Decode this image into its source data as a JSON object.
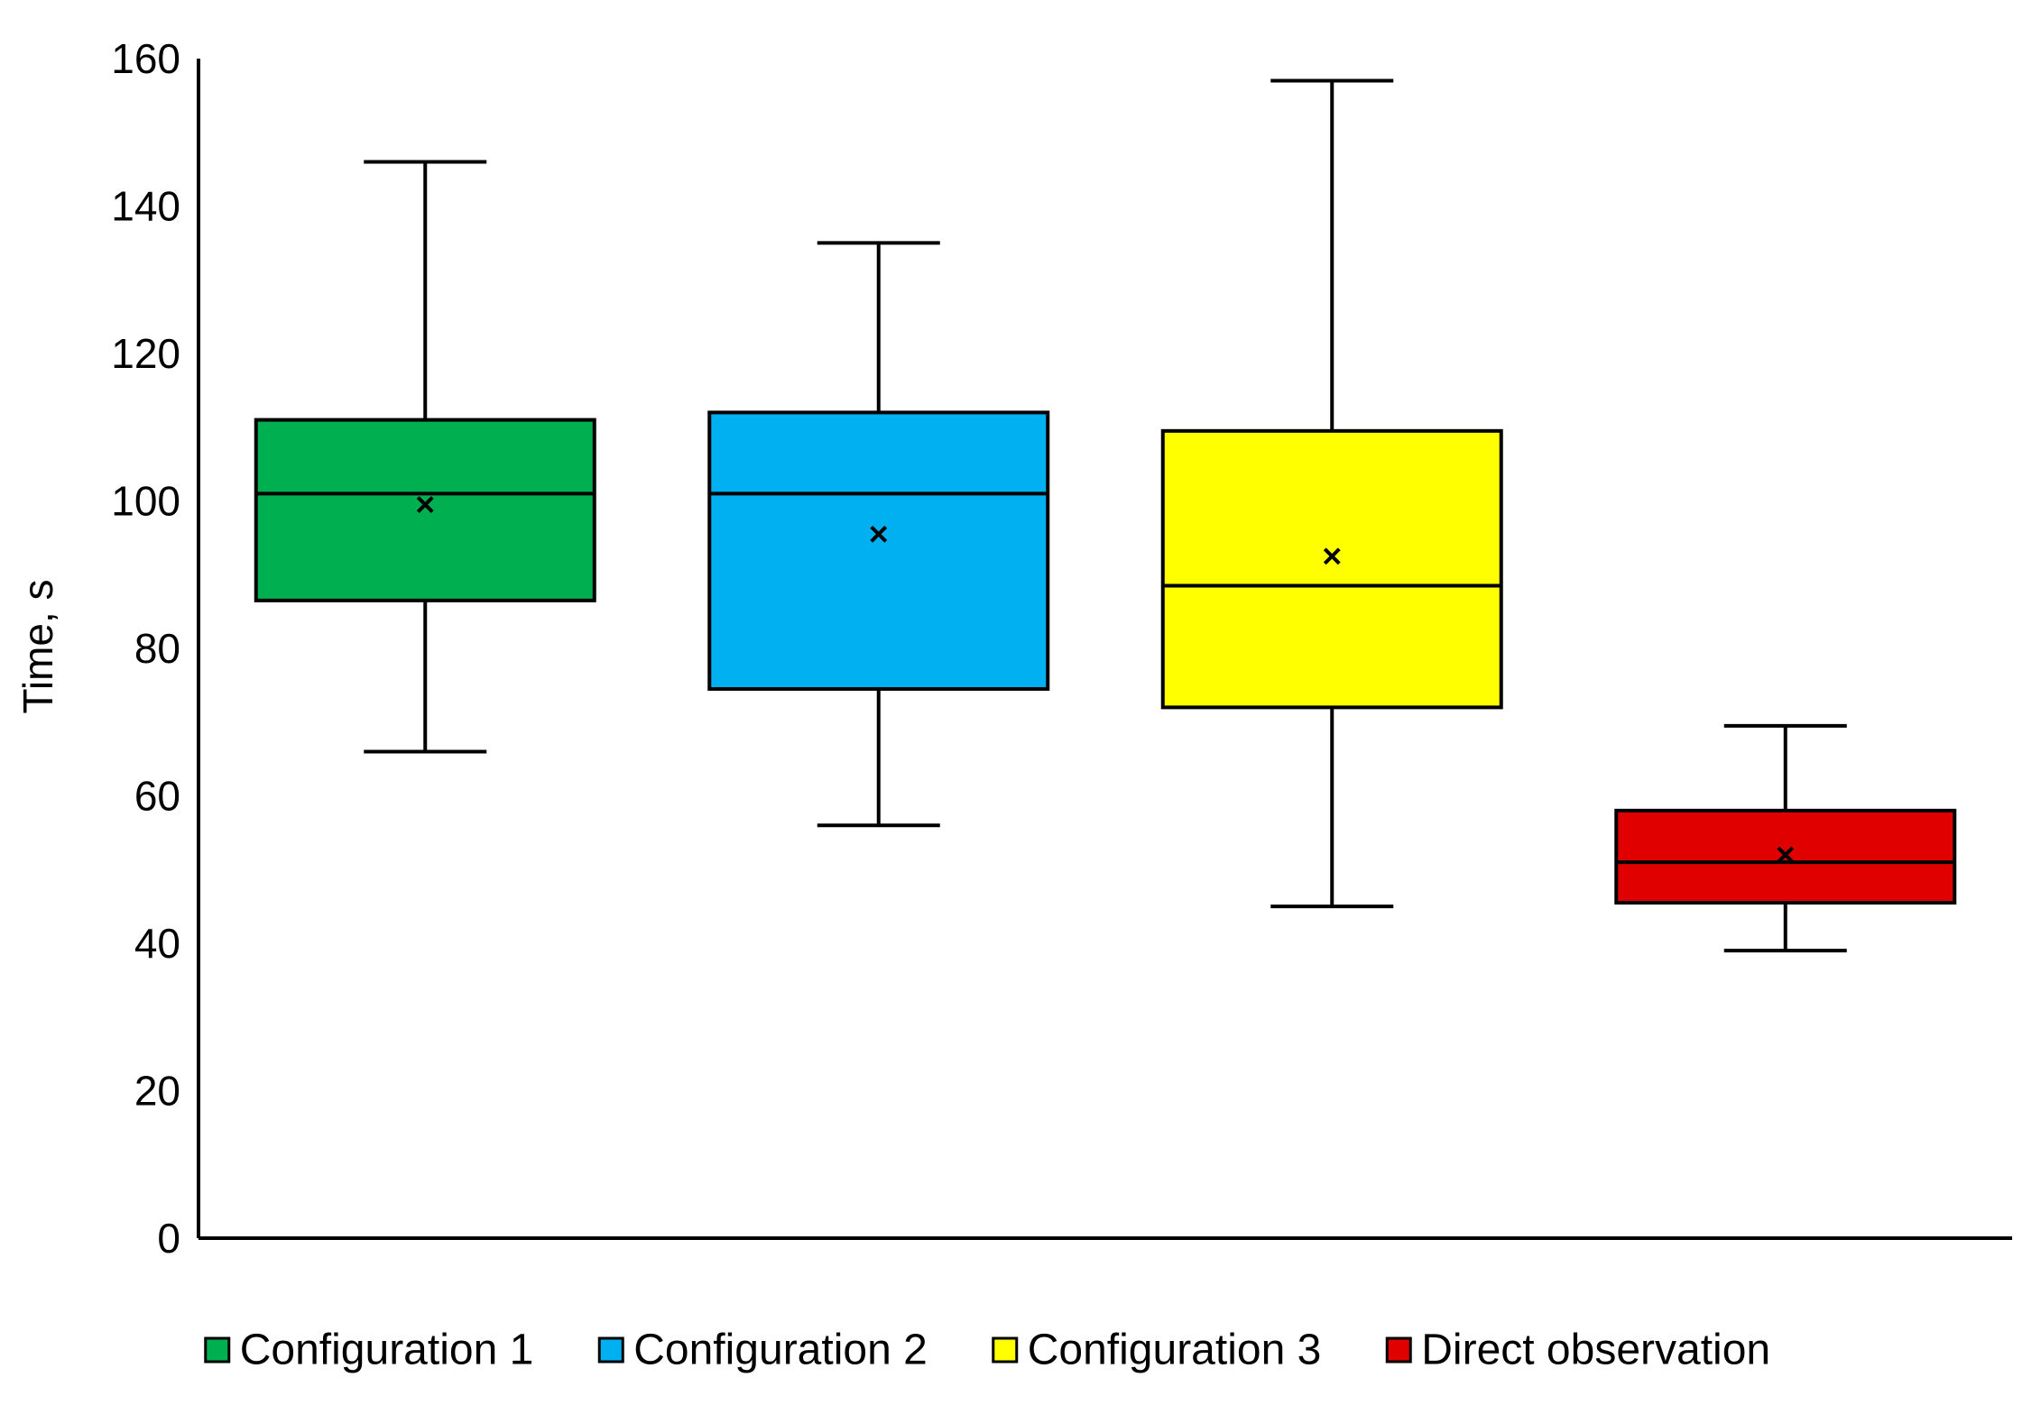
{
  "chart_data": {
    "type": "box",
    "title": "",
    "xlabel": "",
    "ylabel": "Time, s",
    "ylim": [
      0,
      160
    ],
    "yticks": [
      0,
      20,
      40,
      60,
      80,
      100,
      120,
      140,
      160
    ],
    "grid": false,
    "legend_position": "bottom",
    "series": [
      {
        "name": "Configuration 1",
        "color": "#00b050",
        "min": 66,
        "q1": 86.5,
        "median": 101,
        "q3": 111,
        "max": 146,
        "mean": 99.5
      },
      {
        "name": "Configuration 2",
        "color": "#00b0f0",
        "min": 56,
        "q1": 74.5,
        "median": 101,
        "q3": 112,
        "max": 135,
        "mean": 95.5
      },
      {
        "name": "Configuration 3",
        "color": "#ffff00",
        "min": 45,
        "q1": 72,
        "median": 88.5,
        "q3": 109.5,
        "max": 157,
        "mean": 92.5
      },
      {
        "name": "Direct observation",
        "color": "#e00000",
        "min": 39,
        "q1": 45.5,
        "median": 51,
        "q3": 58,
        "max": 69.5,
        "mean": 52
      }
    ]
  }
}
